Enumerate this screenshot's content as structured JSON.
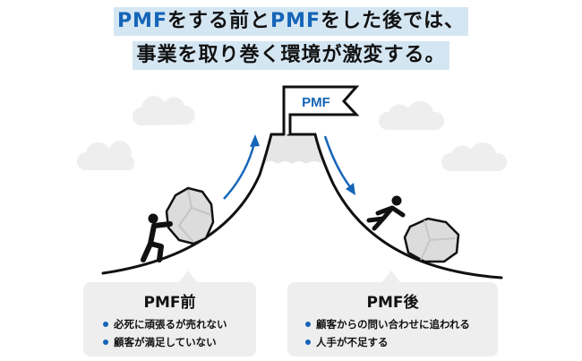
{
  "headline": {
    "line1": [
      {
        "text": "PMF",
        "accent": true
      },
      {
        "text": "をする前と",
        "accent": false
      },
      {
        "text": "PMF",
        "accent": true
      },
      {
        "text": "をした後では、",
        "accent": false
      }
    ],
    "line2": "事業を取り巻く環境が激変する。"
  },
  "flag": {
    "label": "PMF"
  },
  "before": {
    "heading": "PMF前",
    "bullets": [
      "必死に頑張るが売れない",
      "顧客が満足していない"
    ]
  },
  "after": {
    "heading": "PMF後",
    "bullets": [
      "顧客からの問い合わせに追われる",
      "人手が不足する"
    ]
  },
  "colors": {
    "accent": "#1565b8",
    "highlight": "#d5e6f3",
    "panel": "#eeeeee",
    "cloud": "#eeeeee",
    "ink": "#111111"
  }
}
